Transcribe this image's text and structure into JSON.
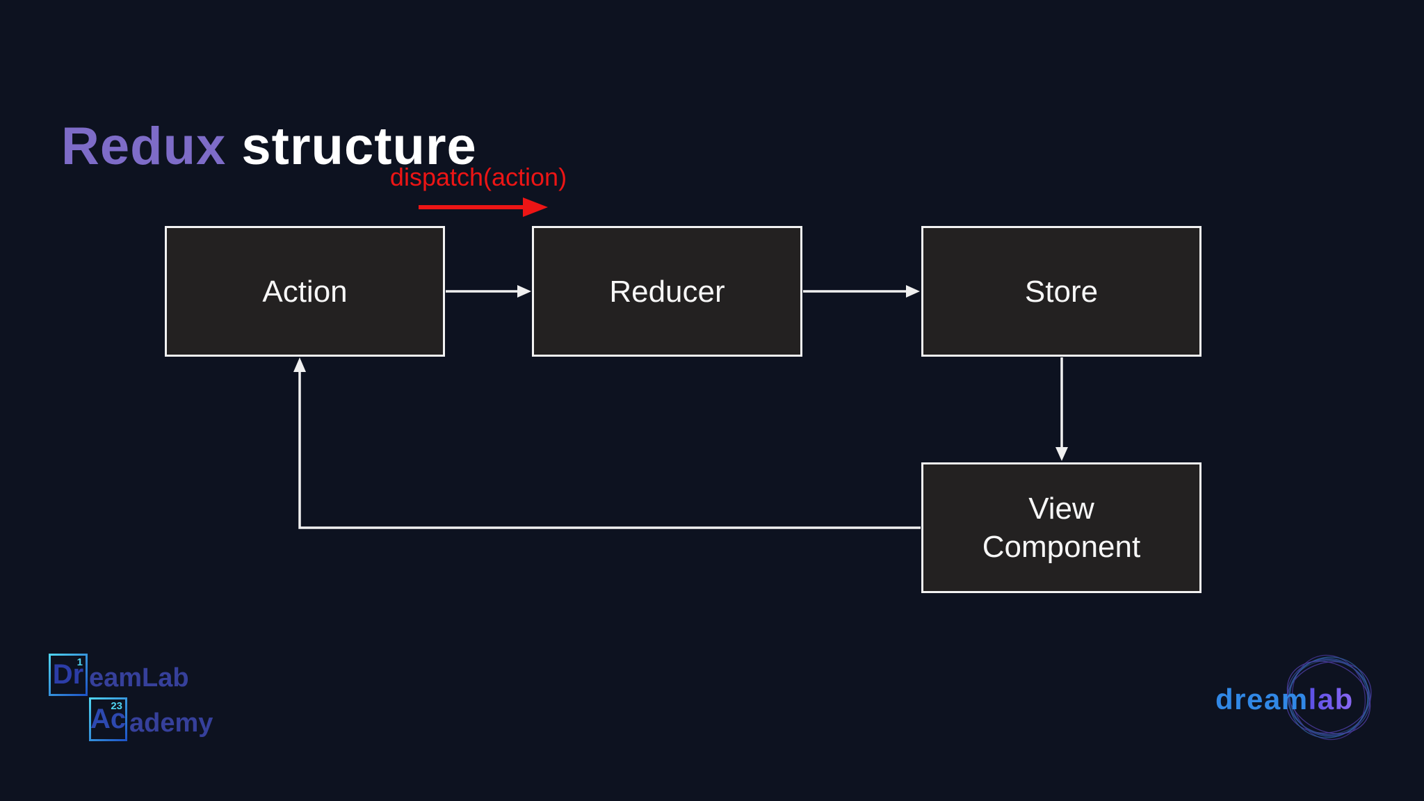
{
  "slide": {
    "title": {
      "highlight": "Redux",
      "rest": " structure"
    },
    "dispatch_label": "dispatch(action)"
  },
  "diagram": {
    "nodes": [
      {
        "id": "action",
        "label": "Action"
      },
      {
        "id": "reducer",
        "label": "Reducer"
      },
      {
        "id": "store",
        "label": "Store"
      },
      {
        "id": "view",
        "label": "View\nComponent"
      }
    ],
    "edges": [
      {
        "from": "action",
        "to": "reducer",
        "label": ""
      },
      {
        "from": "reducer",
        "to": "store",
        "label": ""
      },
      {
        "from": "store",
        "to": "view",
        "label": ""
      },
      {
        "from": "view",
        "to": "action",
        "label": ""
      }
    ]
  },
  "branding": {
    "academy": {
      "element1": {
        "symbol": "Dr",
        "number": "1"
      },
      "word1_rest": "eamLab",
      "element2": {
        "symbol": "Ac",
        "number": "23"
      },
      "word2_rest": "ademy"
    },
    "dreamlab": {
      "part1": "dream",
      "part2": "lab"
    }
  },
  "colors": {
    "background": "#0d1220",
    "title_highlight": "#7e6cc8",
    "title_rest": "#ffffff",
    "dispatch_red": "#ed1515",
    "node_fill": "#232121",
    "node_border": "#f2f2f2",
    "arrow": "#f0f0f0",
    "academy_blue": "#36409b",
    "academy_cyan": "#4fd4f0",
    "dreamlab_blue": "#3188e6",
    "dreamlab_purple": "#8a68f2"
  }
}
